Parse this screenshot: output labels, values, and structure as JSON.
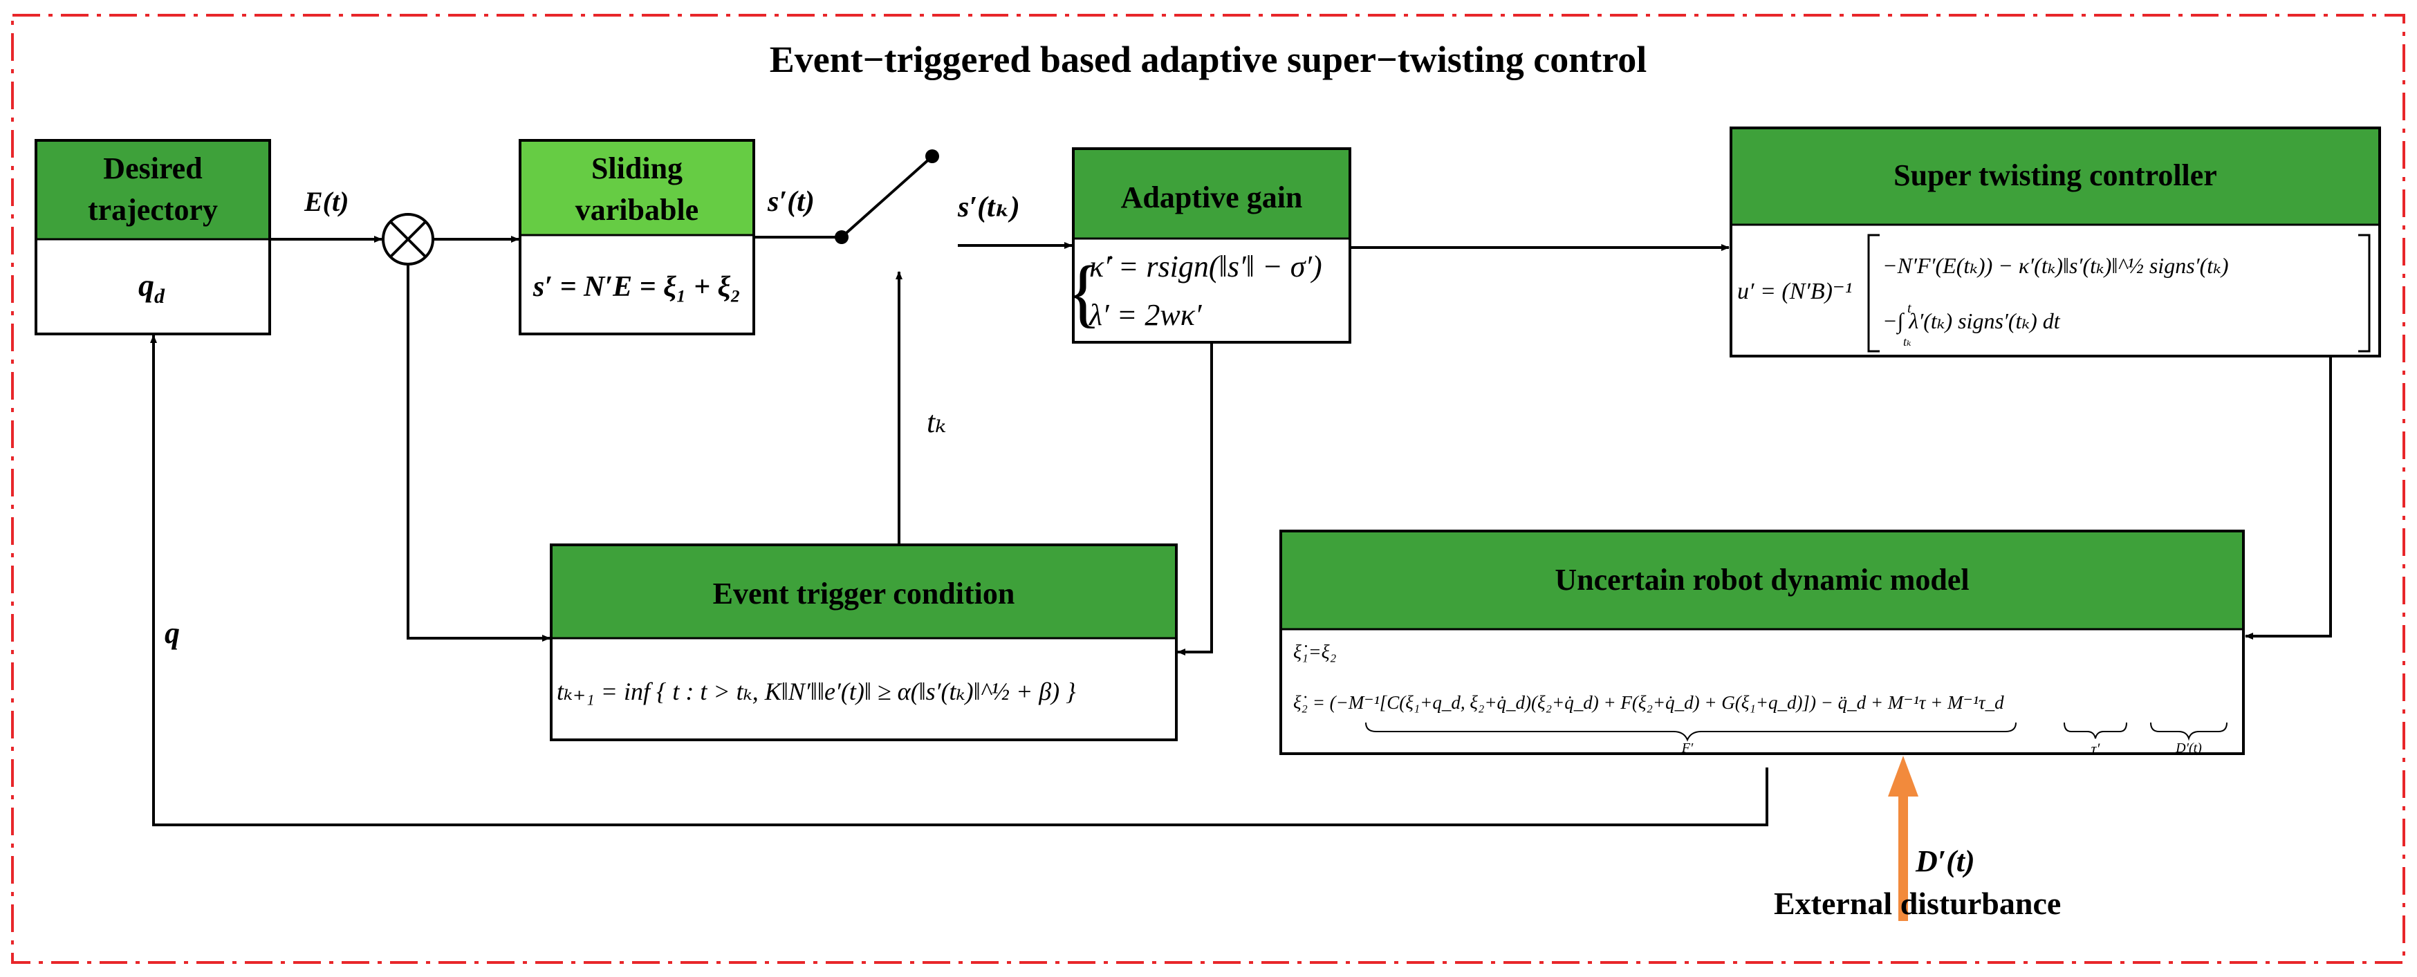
{
  "title": "Event−triggered based adaptive super−twisting control",
  "colors": {
    "frame": "#e8262a",
    "header_green": "#3ea13a",
    "header_light_green": "#66cc44",
    "disturbance_arrow": "#f28a3c",
    "line": "#000000"
  },
  "blocks": {
    "desired": {
      "header_line1": "Desired",
      "header_line2": "trajectory",
      "body": "q",
      "body_sub": "d"
    },
    "sliding": {
      "header_line1": "Sliding",
      "header_line2": "varibable",
      "body": "s′ = N′E = ξ₁ + ξ₂"
    },
    "adaptive": {
      "header": "Adaptive gain",
      "eq1": "κ̇′ = rsign(‖s′‖ − σ′)",
      "eq2": "λ′ = 2wκ′"
    },
    "super": {
      "header": "Super twisting controller",
      "eq_lhs": "u′ = (N′B)⁻¹",
      "eq_row1": "−N′F′(E(tₖ)) − κ′(tₖ)‖s′(tₖ)‖^½ signs′(tₖ)",
      "eq_row2": "−∫ λ′(tₖ) signs′(tₖ) dt",
      "int_upper": "t",
      "int_lower": "tₖ"
    },
    "event": {
      "header": "Event trigger condition",
      "eq": "tₖ₊₁ = inf { t : t > tₖ,  K‖N′‖‖e′(t)‖ ≥ α(‖s′(tₖ)‖^½ + β) }"
    },
    "robot": {
      "header": "Uncertain robot dynamic model",
      "eq1": "ξ̇₁=ξ₂",
      "eq2": "ξ̇₂ = (−M⁻¹[C(ξ₁+q_d, ξ₂+q̇_d)(ξ₂+q̇_d) + F(ξ₂+q̇_d) + G(ξ₁+q_d)]) − q̈_d + M⁻¹τ + M⁻¹τ_d",
      "brace1": "F′",
      "brace2": "τ′",
      "brace3": "D′(t)"
    }
  },
  "signals": {
    "error": "E(t)",
    "s_t": "s′(t)",
    "s_tk": "s′(tₖ)",
    "t_k": "tₖ",
    "q": "q",
    "disturbance": "D′(t)",
    "disturbance_label": "External disturbance"
  }
}
